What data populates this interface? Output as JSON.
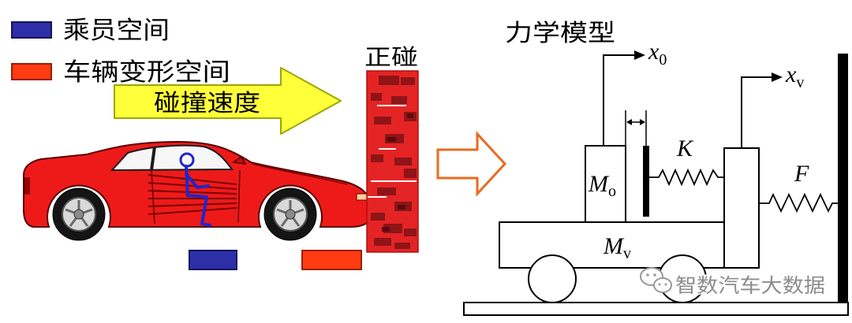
{
  "legend": {
    "items": [
      {
        "label": "乘员空间"
      },
      {
        "label": "车辆变形空间"
      }
    ]
  },
  "crash_scene": {
    "velocity_label": "碰撞速度",
    "impact_label": "正碰"
  },
  "model": {
    "title": "力学模型",
    "occupant_mass": {
      "symbol": "M",
      "subscript": "o"
    },
    "vehicle_mass": {
      "symbol": "M",
      "subscript": "v"
    },
    "occupant_displacement": {
      "symbol": "x",
      "subscript": "0"
    },
    "vehicle_displacement": {
      "symbol": "x",
      "subscript": "v"
    },
    "spring_k": "K",
    "spring_f": "F"
  },
  "watermark": {
    "icon": "wechat-icon",
    "text": "智数汽车大数据"
  },
  "colors": {
    "occupant_space": "#2c2fa6",
    "deformation_space": "#ff3b12",
    "car_body": "#ee1a1a",
    "wall": "#e42424",
    "brick": "#8e1418",
    "velocity_arrow": "#ffff3a",
    "transition_arrow": "#ea6a20",
    "occupant_figure": "#2424c8",
    "line": "#000000",
    "watermark": "#8c8c8c"
  }
}
